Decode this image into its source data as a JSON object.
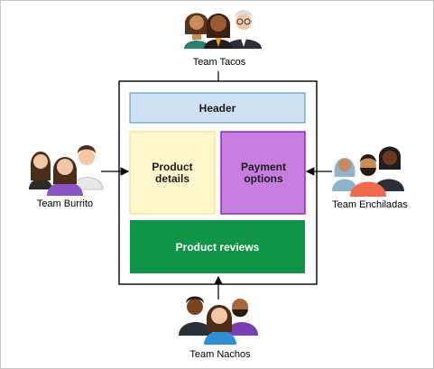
{
  "teams": {
    "top": "Team Tacos",
    "left": "Team Burrito",
    "right": "Team Enchiladas",
    "bottom": "Team Nachos"
  },
  "regions": {
    "header": "Header",
    "product_details_line1": "Product",
    "product_details_line2": "details",
    "payment_options_line1": "Payment",
    "payment_options_line2": "options",
    "product_reviews": "Product reviews"
  },
  "colors": {
    "header_fill": "#cfe2f3",
    "header_stroke": "#4a90c8",
    "details_fill": "#fff8cc",
    "details_stroke": "#f0d878",
    "payment_fill": "#c77ee0",
    "payment_stroke": "#8b2fb0",
    "reviews_fill": "#0f9448"
  }
}
